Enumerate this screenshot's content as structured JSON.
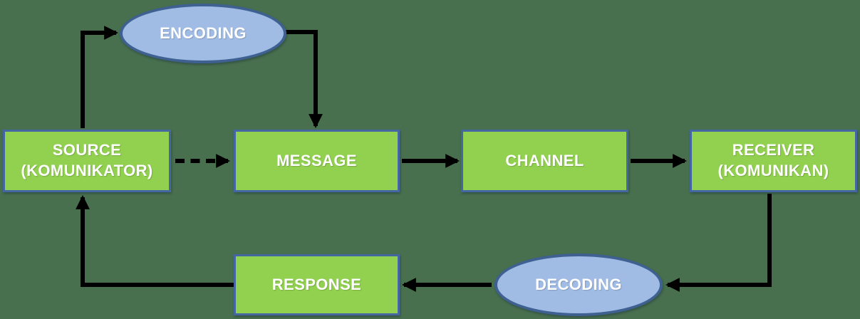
{
  "nodes": {
    "source": {
      "label": "SOURCE",
      "sublabel": "(KOMUNIKATOR)",
      "shape": "rectangle"
    },
    "encoding": {
      "label": "ENCODING",
      "shape": "ellipse"
    },
    "message": {
      "label": "MESSAGE",
      "shape": "rectangle"
    },
    "channel": {
      "label": "CHANNEL",
      "shape": "rectangle"
    },
    "receiver": {
      "label": "RECEIVER",
      "sublabel": "(KOMUNIKAN)",
      "shape": "rectangle"
    },
    "decoding": {
      "label": "DECODING",
      "shape": "ellipse"
    },
    "response": {
      "label": "RESPONSE",
      "shape": "rectangle"
    }
  },
  "edges": [
    {
      "from": "source",
      "to": "encoding",
      "style": "solid"
    },
    {
      "from": "encoding",
      "to": "message",
      "style": "solid"
    },
    {
      "from": "source",
      "to": "message",
      "style": "dashed"
    },
    {
      "from": "message",
      "to": "channel",
      "style": "solid"
    },
    {
      "from": "channel",
      "to": "receiver",
      "style": "solid"
    },
    {
      "from": "receiver",
      "to": "decoding",
      "style": "solid"
    },
    {
      "from": "decoding",
      "to": "response",
      "style": "solid"
    },
    {
      "from": "response",
      "to": "source",
      "style": "solid"
    }
  ],
  "colors": {
    "background": "#48704F",
    "box_fill": "#92D050",
    "box_border": "#4467A2",
    "ellipse_fill": "#A0BCE5",
    "ellipse_border": "#3F6191",
    "arrow": "#000000",
    "text": "#FFFFFF"
  }
}
